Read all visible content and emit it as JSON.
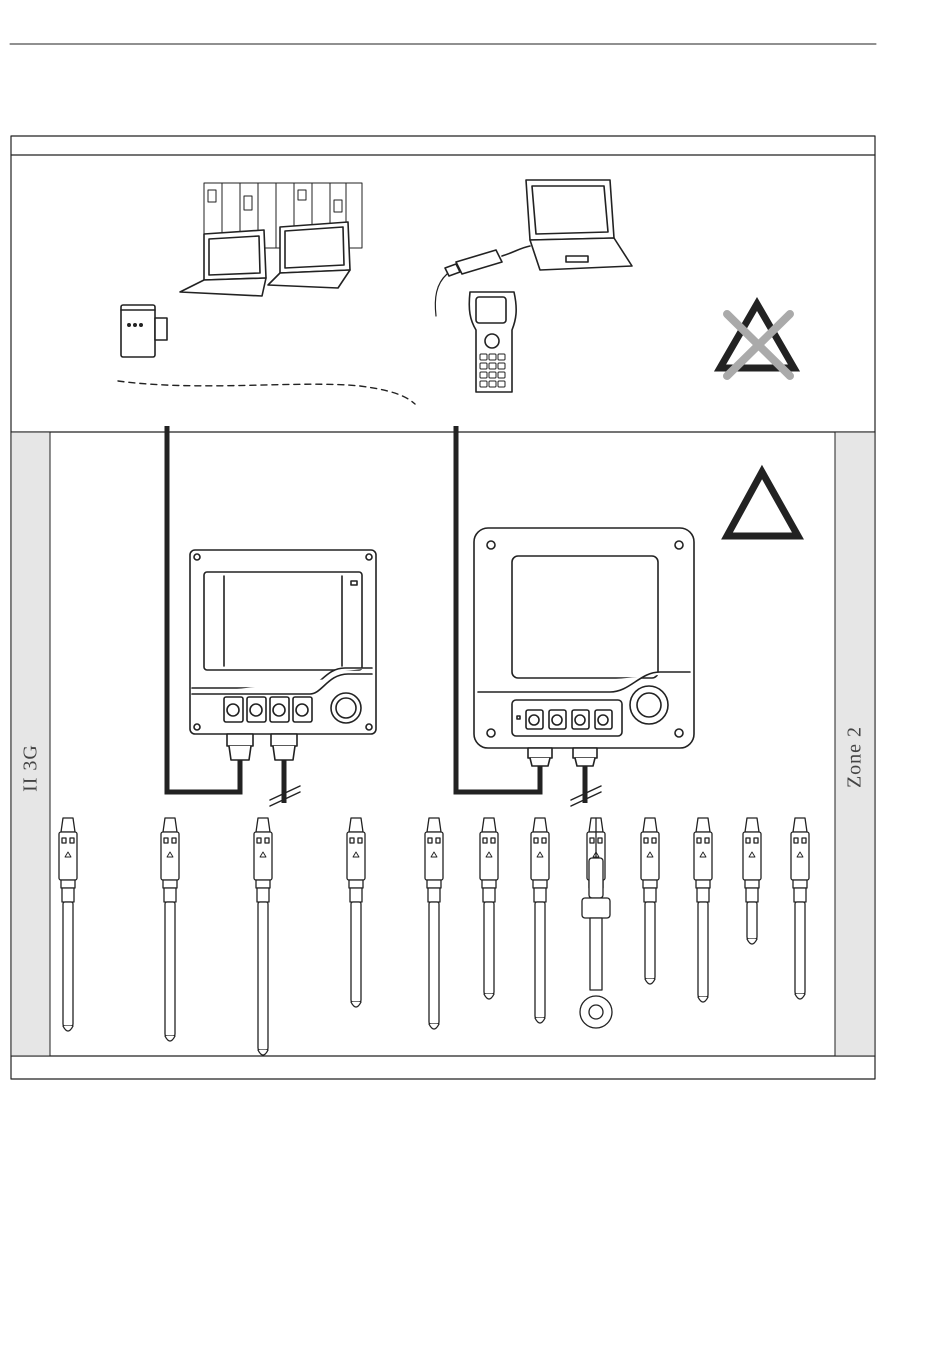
{
  "zones": {
    "left_label": "II 3G",
    "right_label": "Zone 2"
  },
  "icons": {
    "hazard_allowed": "triangle-icon",
    "hazard_excluded": "crossed-triangle-icon",
    "field_computers": "laptop-icon",
    "handheld": "handheld-terminal-icon",
    "power_supply": "din-rail-module-icon",
    "wireless_link": "dashed-wireless-line"
  },
  "sensors": [
    "sensor-1",
    "sensor-2",
    "sensor-3",
    "sensor-4",
    "sensor-5",
    "sensor-6",
    "sensor-7",
    "sensor-8",
    "sensor-9",
    "sensor-10",
    "sensor-11",
    "sensor-12"
  ],
  "colors": {
    "line": "#222222",
    "zone_band": "#e6e6e6",
    "cross": "#aaaaaa"
  }
}
